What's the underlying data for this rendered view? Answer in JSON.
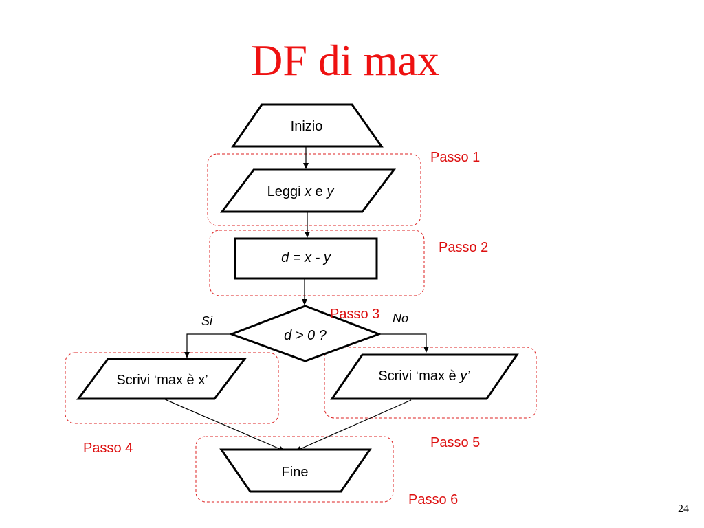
{
  "slide": {
    "title": "DF di max",
    "page_number": "24"
  },
  "colors": {
    "title": "#ee1111",
    "step_label": "#dd1111",
    "group_border": "#dd2222",
    "stroke": "#000000"
  },
  "nodes": {
    "start": {
      "text": "Inizio",
      "shape": "trapezoid"
    },
    "read": {
      "text_plain": "Leggi ",
      "var1": "x",
      "mid": " e ",
      "var2": "y",
      "shape": "parallelogram"
    },
    "assign": {
      "text": "d = x - y",
      "shape": "rectangle"
    },
    "decision": {
      "text": "d > 0 ?",
      "shape": "diamond"
    },
    "write_x": {
      "text": "Scrivi ‘max è x’",
      "shape": "parallelogram"
    },
    "write_y": {
      "text_plain": "Scrivi ‘max è ",
      "var": "y",
      "close": "’",
      "shape": "parallelogram"
    },
    "end": {
      "text": "Fine",
      "shape": "inverted-trapezoid"
    }
  },
  "branches": {
    "yes": "Si",
    "no": "No"
  },
  "steps": [
    "Passo 1",
    "Passo 2",
    "Passo 3",
    "Passo 4",
    "Passo 5",
    "Passo 6"
  ]
}
